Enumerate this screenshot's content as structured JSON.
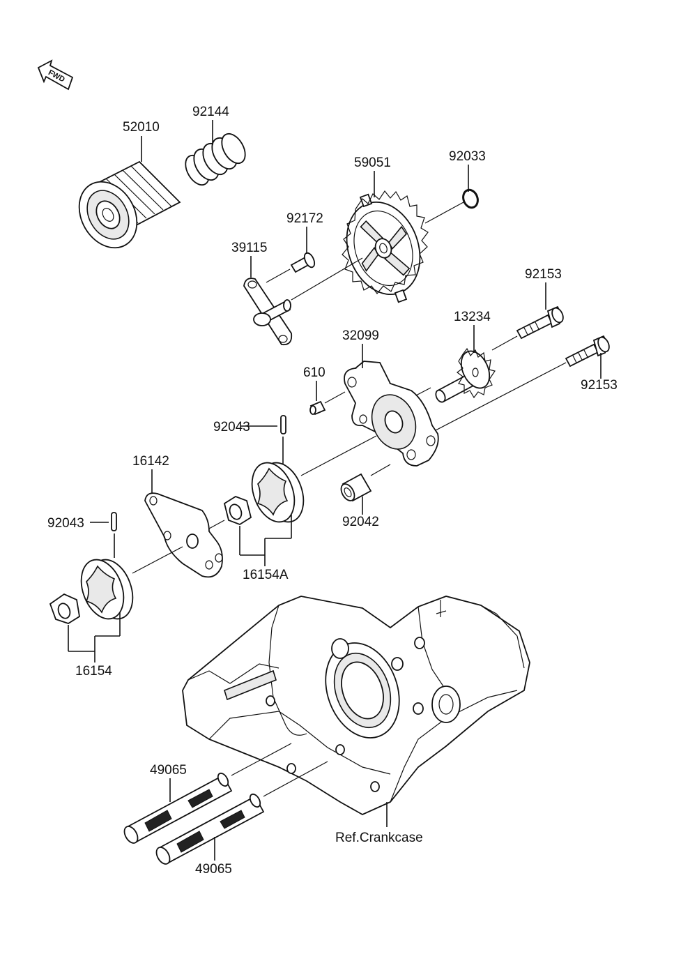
{
  "direction_badge": {
    "text": "FWD"
  },
  "parts": {
    "p52010": "52010",
    "p92144": "92144",
    "p59051": "59051",
    "p92033": "92033",
    "p92172": "92172",
    "p39115": "39115",
    "p92153a": "92153",
    "p13234": "13234",
    "p32099": "32099",
    "p610": "610",
    "p92153b": "92153",
    "p92043a": "92043",
    "p16142": "16142",
    "p92043b": "92043",
    "p92042": "92042",
    "p16154A": "16154A",
    "p16154": "16154",
    "p49065a": "49065",
    "p49065b": "49065",
    "ref_crankcase": "Ref.Crankcase"
  }
}
